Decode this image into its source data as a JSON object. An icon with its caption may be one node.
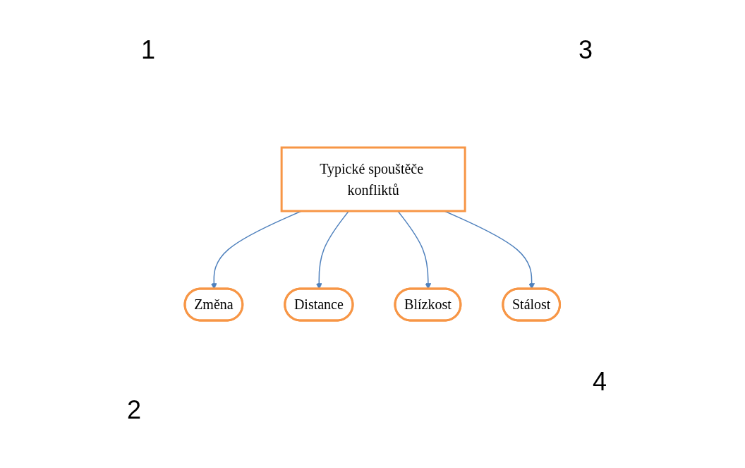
{
  "diagram": {
    "nodes": [
      {
        "text": [
          "Změna"
        ]
      },
      {
        "text": [
          "Distance"
        ]
      },
      {
        "text": [
          "Typické spouštěče konfliktů"
        ]
      },
      {
        "text": [
          "Blízkost"
        ]
      },
      {
        "text": [
          "Stálost"
        ]
      }
    ],
    "edges": [
      {
        "from": 2,
        "to": 0,
        "arrow": "to"
      },
      {
        "from": 2,
        "to": 1,
        "arrow": "to"
      },
      {
        "from": 2,
        "to": 3,
        "arrow": "to"
      },
      {
        "from": 2,
        "to": 4,
        "arrow": "to"
      }
    ],
    "labels": [
      "1",
      "3",
      "4",
      "2"
    ]
  }
}
